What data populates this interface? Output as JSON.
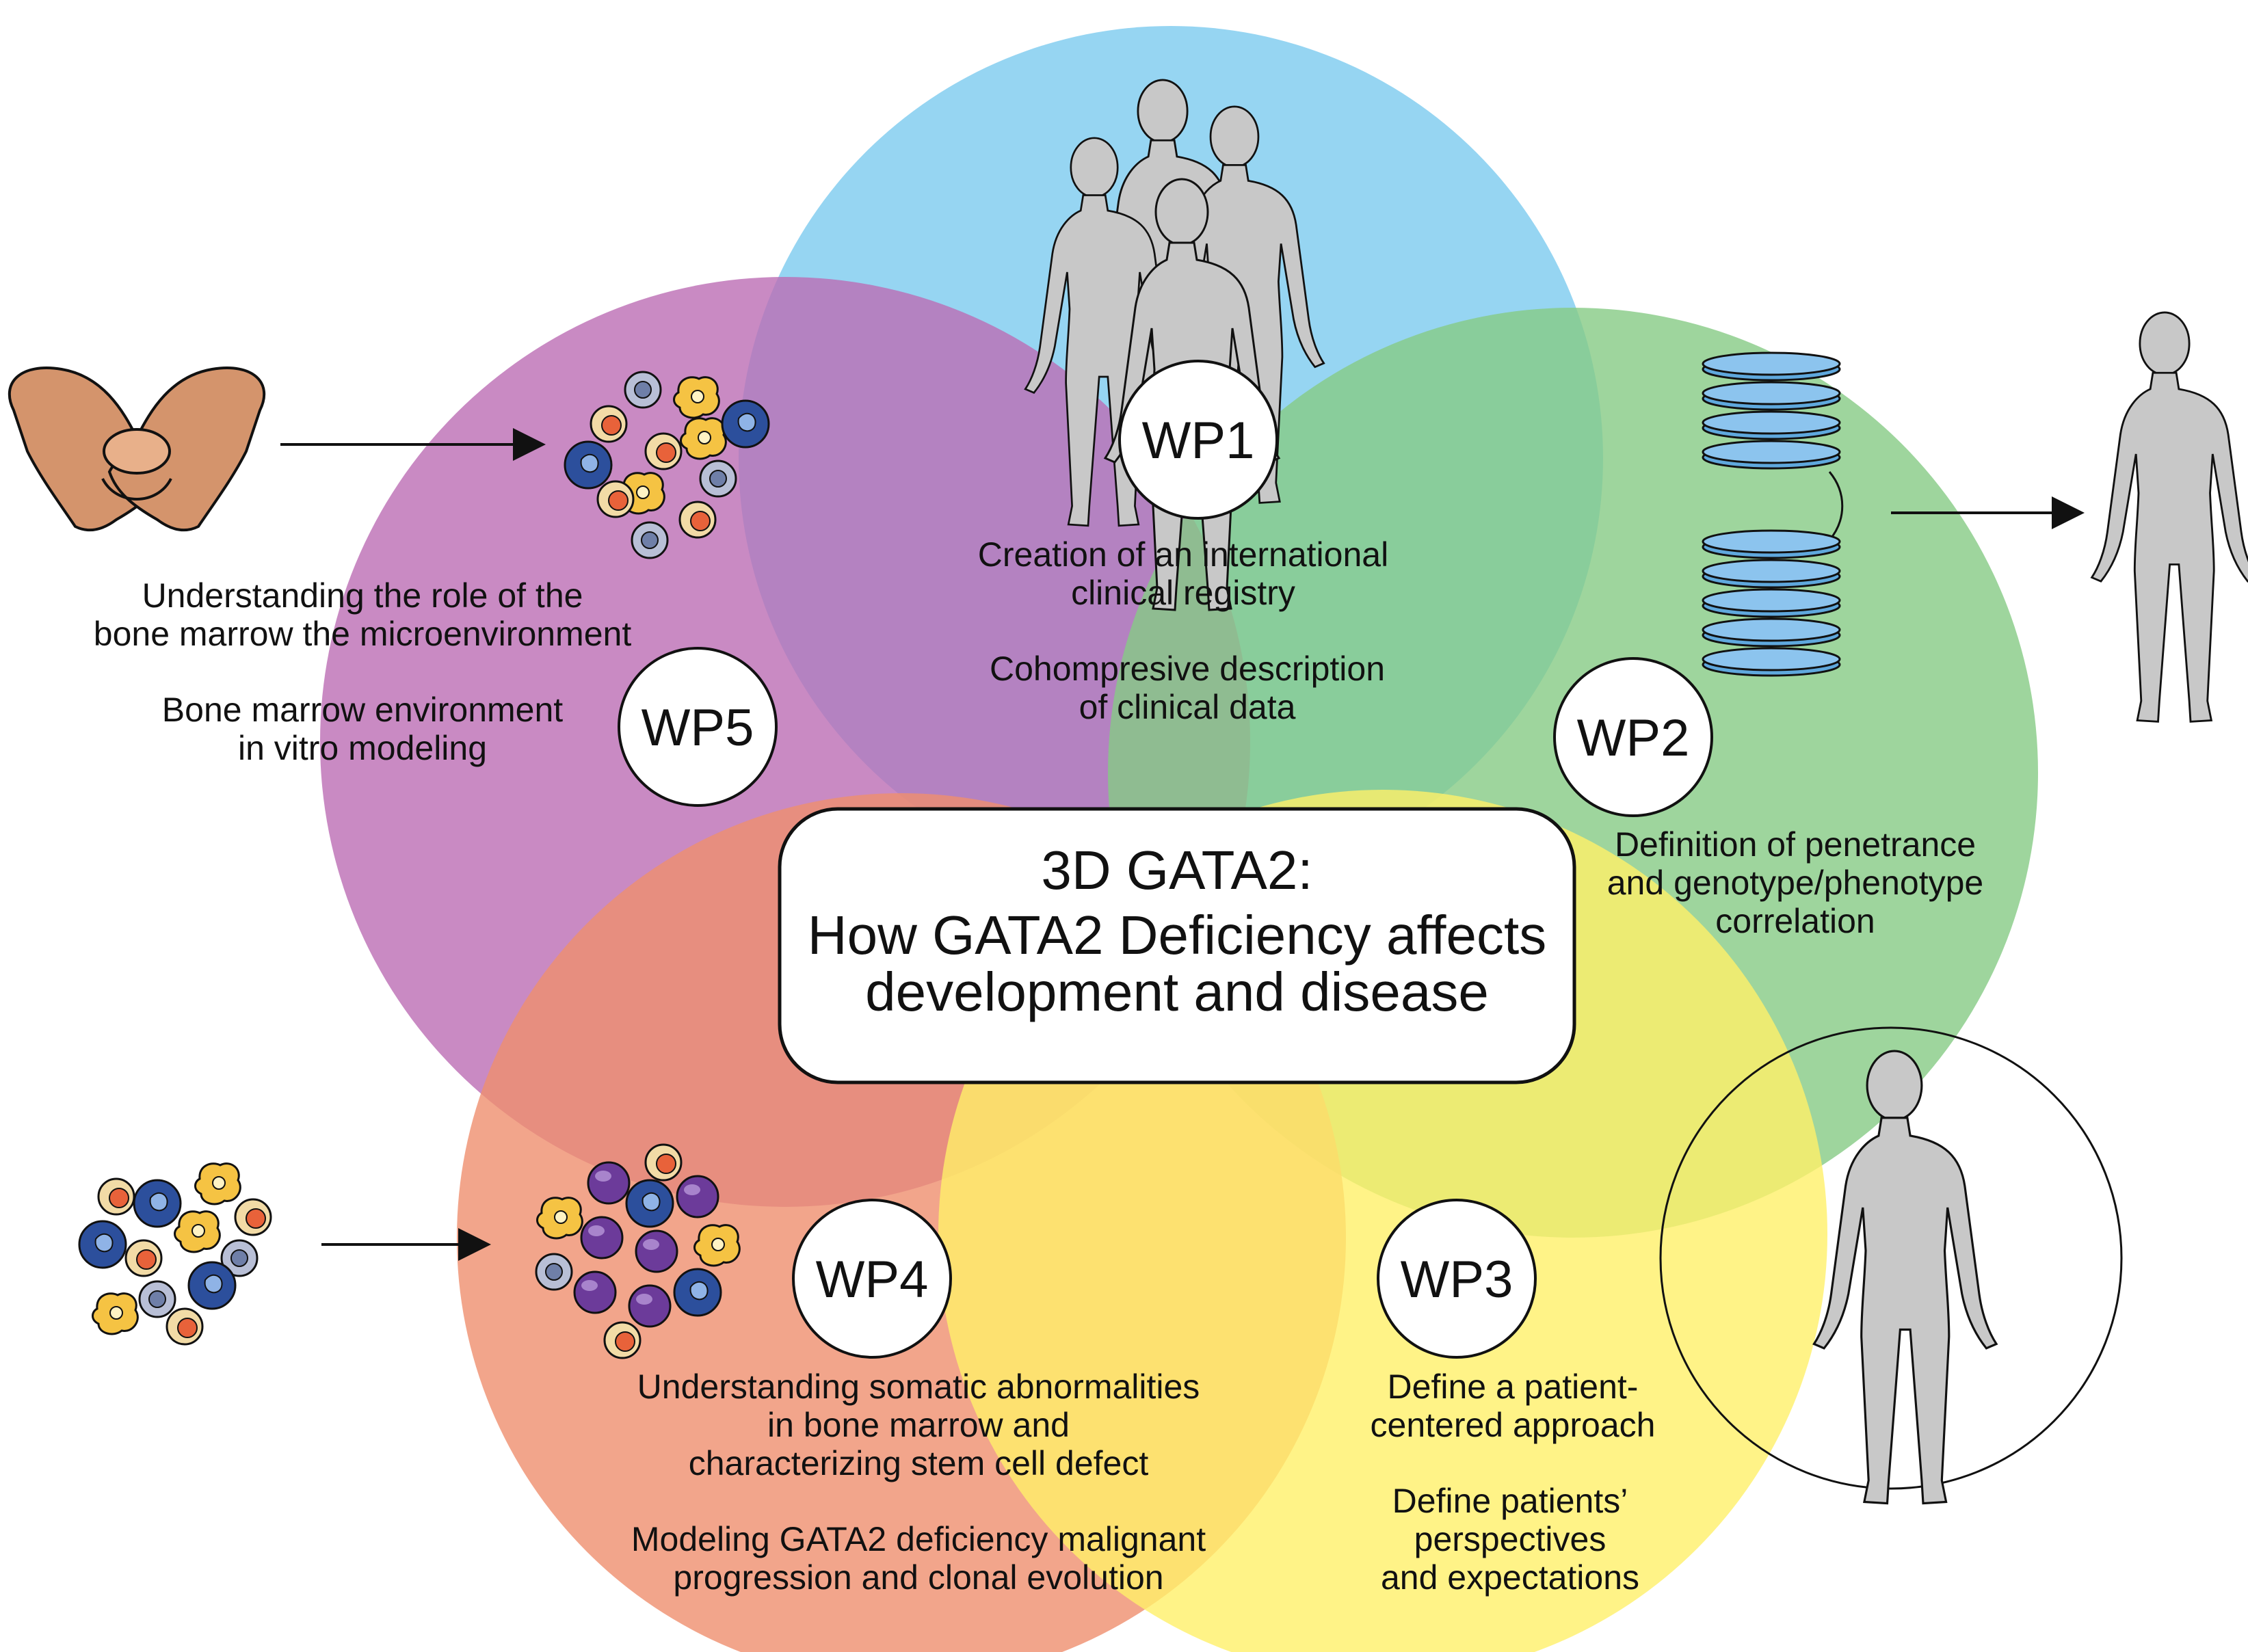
{
  "title": {
    "line1": "3D GATA2:",
    "line2": "How GATA2 Deficiency affects",
    "line3": "development and disease"
  },
  "colors": {
    "wp1": "#7ccbef",
    "wp2": "#86cb84",
    "wp3": "#fff069",
    "wp4": "#ef8f6e",
    "wp5": "#bb6db4",
    "silhouette": "#c8c8c8",
    "pelvis": "#d4946c",
    "dna": "#5fa8dd"
  },
  "work_packages": {
    "wp1": {
      "label": "WP1",
      "lines": [
        "Creation of an international",
        "clinical registry",
        "",
        "Cohompresive description",
        "of clinical data"
      ]
    },
    "wp2": {
      "label": "WP2",
      "lines": [
        "Definition of penetrance",
        "and genotype/phenotype",
        "correlation"
      ]
    },
    "wp3": {
      "label": "WP3",
      "lines": [
        "Define a patient-",
        "centered approach",
        "",
        "Define patients’",
        "perspectives",
        "and expectations"
      ]
    },
    "wp4": {
      "label": "WP4",
      "lines": [
        "Understanding somatic abnormalities",
        "in bone marrow and",
        "characterizing stem cell defect",
        "",
        "Modeling GATA2 deficiency malignant",
        "progression and clonal evolution"
      ]
    },
    "wp5": {
      "label": "WP5",
      "lines": [
        "Understanding the role of the",
        "bone marrow the microenvironment",
        "",
        "Bone marrow environment",
        "in vitro modeling"
      ]
    }
  },
  "icons": {
    "group": "patient-group-icon",
    "pelvis": "pelvis-bone-icon",
    "cells": "bone-marrow-cells-icon",
    "dna": "chromatin-icon",
    "person": "person-silhouette-icon",
    "arrow": "arrow-right-icon"
  }
}
